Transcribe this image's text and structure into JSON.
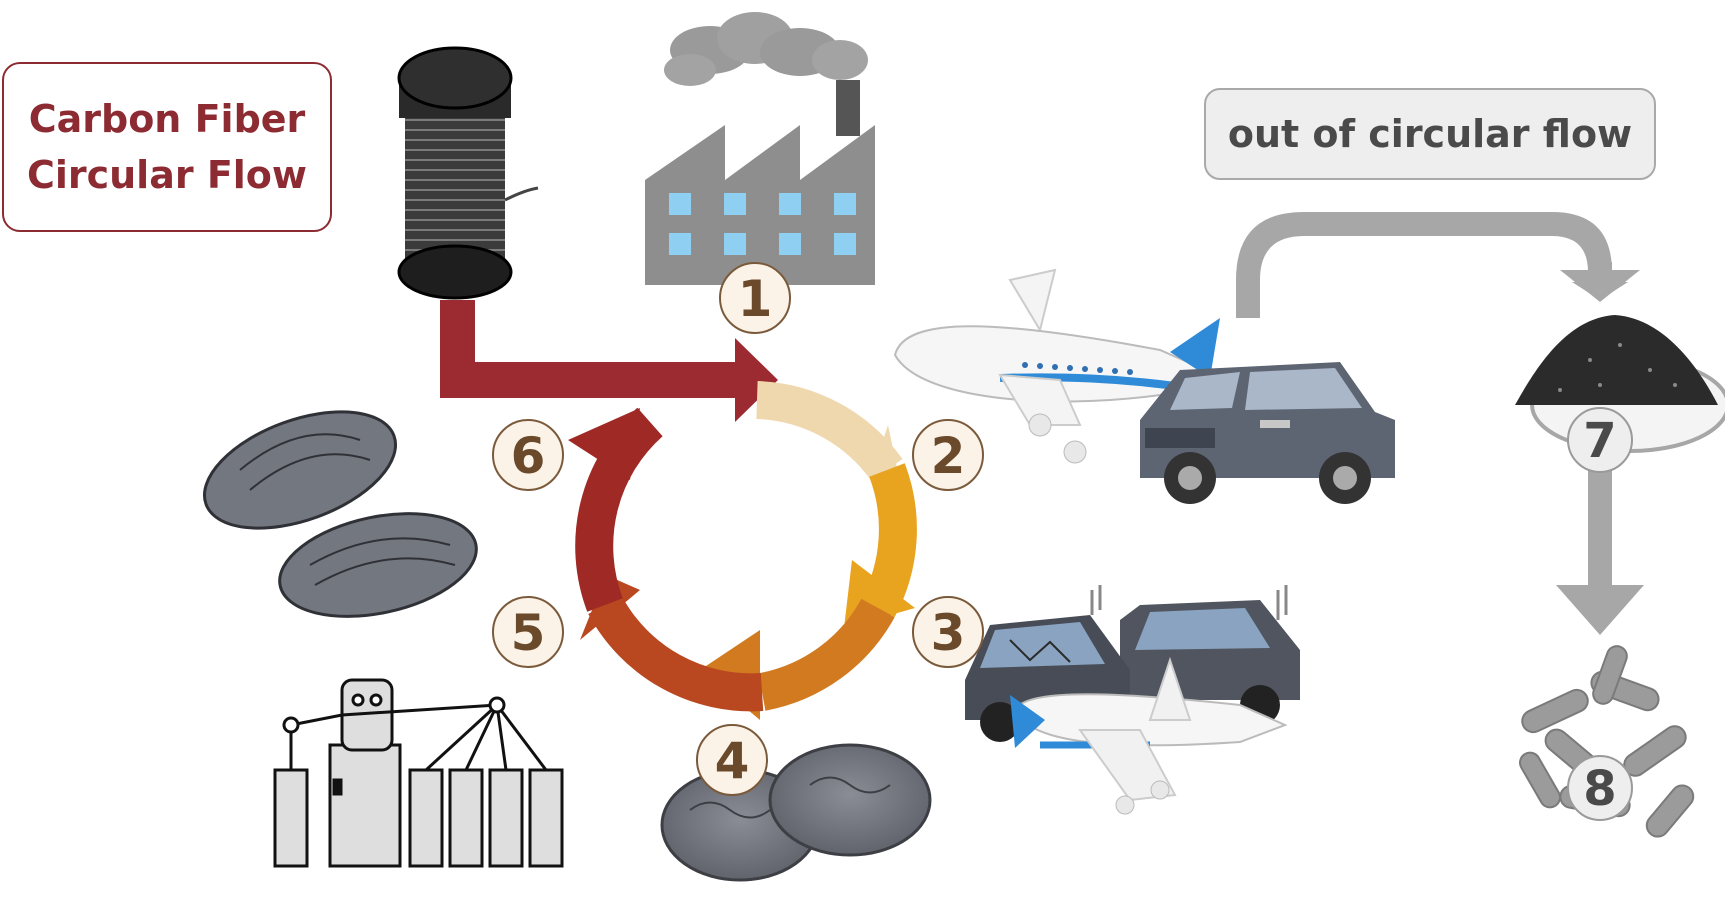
{
  "title": {
    "line1": "Carbon Fiber",
    "line2": "Circular Flow"
  },
  "side_label": "out of circular flow",
  "steps": [
    {
      "number": "1",
      "icon": "factory-icon"
    },
    {
      "number": "2",
      "icon": "airplane-and-car-icon"
    },
    {
      "number": "3",
      "icon": "crashed-cars-and-airplane-icon"
    },
    {
      "number": "4",
      "icon": "carbon-fiber-fluff-icon"
    },
    {
      "number": "5",
      "icon": "spinning-machine-icon"
    },
    {
      "number": "6",
      "icon": "carbon-fiber-bundle-icon"
    },
    {
      "number": "7",
      "icon": "carbon-powder-pile-icon"
    },
    {
      "number": "8",
      "icon": "carbon-pellets-icon"
    }
  ],
  "colors": {
    "title": "#8d2b32",
    "feed_arrow": "#9c2a31",
    "cycle_segments": [
      "#efd8ae",
      "#e8a31f",
      "#d27a1f",
      "#b9471f",
      "#9f2a25"
    ],
    "outflow_arrow": "#a7a7a7",
    "badge_fill": "#fbf3e8",
    "badge_text": "#6b4a2b"
  },
  "icons": {
    "source": "carbon-fiber-spool-icon"
  }
}
